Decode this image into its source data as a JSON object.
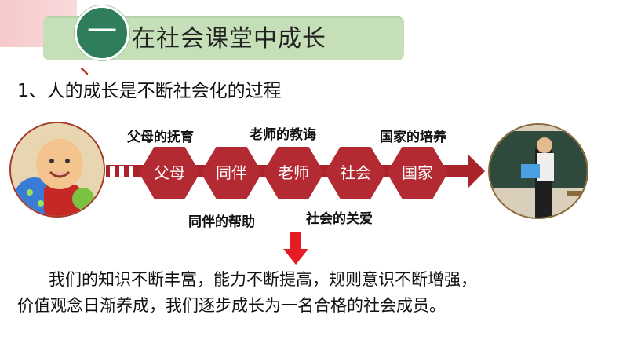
{
  "header": {
    "badge": "一",
    "title": "在社会课堂中成长"
  },
  "subtitle": "1、人的成长是不断社会化的过程",
  "stages": [
    "父母",
    "同伴",
    "老师",
    "社会",
    "国家"
  ],
  "notes_top": [
    "父母的抚育",
    "老师的教诲",
    "国家的培养"
  ],
  "notes_bottom": [
    "同伴的帮助",
    "社会的关爱"
  ],
  "conclusion": {
    "line1": "我们的知识不断丰富，能力不断提高，规则意识不断增强，",
    "line2": "价值观念日渐养成，我们逐步成长为一名合格的社会成员。"
  },
  "colors": {
    "accent_red": "#b32a33",
    "header_green": "#c5dfb8",
    "badge_green": "#2e7d5b"
  },
  "icons": {
    "arrow_down": "down-arrow-icon",
    "flow_arrow": "right-arrow-icon"
  }
}
